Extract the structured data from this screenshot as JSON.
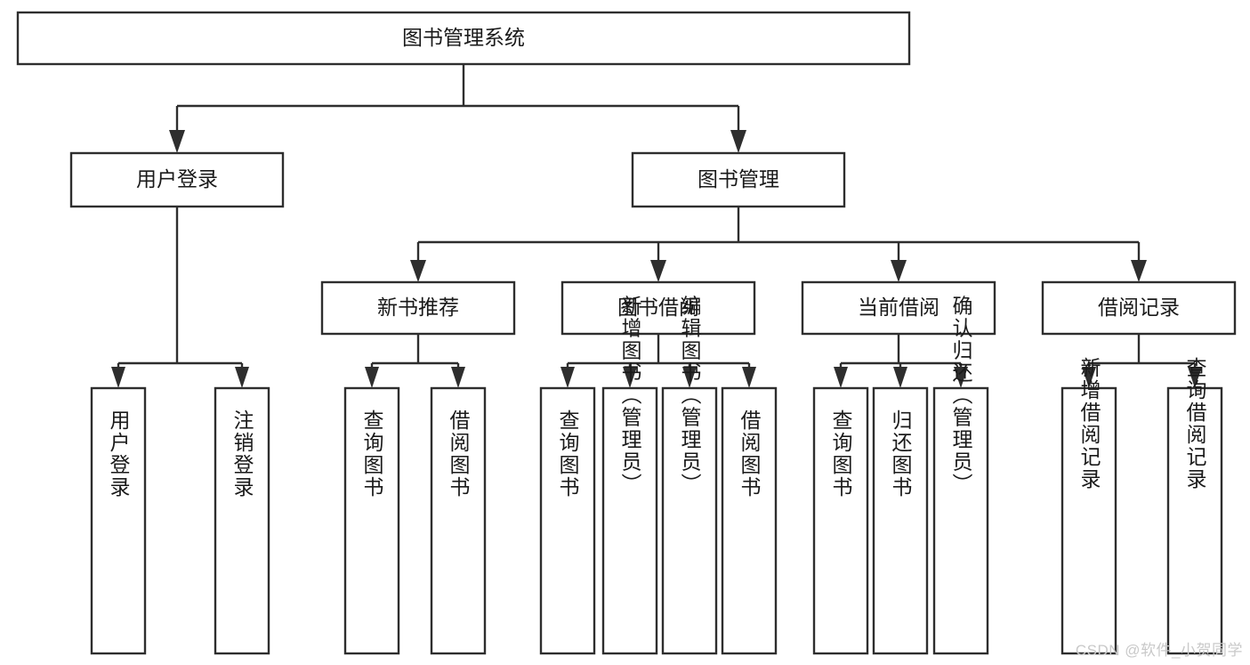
{
  "diagram": {
    "type": "tree-hierarchy",
    "title": "图书管理系统",
    "watermark": "CSDN @软件_小贺同学",
    "colors": {
      "node_fill": "#ffffff",
      "node_stroke": "#2e2e2e",
      "text": "#1a1a1a",
      "background": "#ffffff",
      "watermark": "#c9c9c9"
    },
    "levels": {
      "root": {
        "label": "图书管理系统"
      },
      "level2": [
        {
          "label": "用户登录"
        },
        {
          "label": "图书管理"
        }
      ],
      "level3": [
        {
          "label": "新书推荐"
        },
        {
          "label": "图书借阅"
        },
        {
          "label": "当前借阅"
        },
        {
          "label": "借阅记录"
        }
      ],
      "leaves": [
        {
          "label": "用户登录",
          "parent": "用户登录"
        },
        {
          "label": "注销登录",
          "parent": "用户登录"
        },
        {
          "label": "查询图书",
          "parent": "新书推荐"
        },
        {
          "label": "借阅图书",
          "parent": "新书推荐"
        },
        {
          "label": "查询图书",
          "parent": "图书借阅"
        },
        {
          "label": "新增图书（管理员）",
          "parent": "图书借阅"
        },
        {
          "label": "编辑图书（管理员）",
          "parent": "图书借阅"
        },
        {
          "label": "借阅图书",
          "parent": "图书借阅"
        },
        {
          "label": "查询图书",
          "parent": "当前借阅"
        },
        {
          "label": "归还图书",
          "parent": "当前借阅"
        },
        {
          "label": "确认归还（管理员）",
          "parent": "当前借阅"
        },
        {
          "label": "新增借阅记录",
          "parent": "借阅记录"
        },
        {
          "label": "查询借阅记录",
          "parent": "借阅记录"
        }
      ]
    }
  }
}
